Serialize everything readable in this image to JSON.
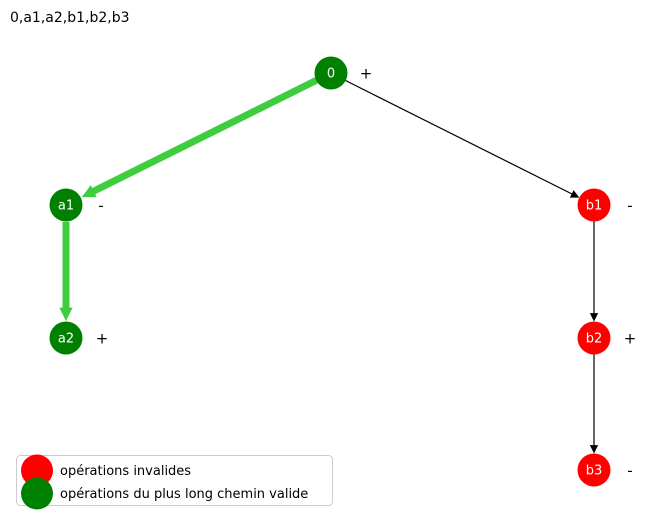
{
  "title": "0,a1,a2,b1,b2,b3",
  "colors": {
    "valid_node": "#008000",
    "invalid_node": "#ff0000",
    "path_edge": "#3ecd3e",
    "edge": "#000000",
    "node_text": "#ffffff",
    "legend_border": "#cccccc",
    "background": "#ffffff"
  },
  "nodes": [
    {
      "id": "0",
      "label": "0",
      "sign": "+",
      "status": "valid"
    },
    {
      "id": "a1",
      "label": "a1",
      "sign": "-",
      "status": "valid"
    },
    {
      "id": "a2",
      "label": "a2",
      "sign": "+",
      "status": "valid"
    },
    {
      "id": "b1",
      "label": "b1",
      "sign": "-",
      "status": "invalid"
    },
    {
      "id": "b2",
      "label": "b2",
      "sign": "+",
      "status": "invalid"
    },
    {
      "id": "b3",
      "label": "b3",
      "sign": "-",
      "status": "invalid"
    }
  ],
  "edges": [
    {
      "from": "0",
      "to": "a1",
      "type": "longest-valid-path"
    },
    {
      "from": "a1",
      "to": "a2",
      "type": "longest-valid-path"
    },
    {
      "from": "0",
      "to": "b1",
      "type": "invalid"
    },
    {
      "from": "b1",
      "to": "b2",
      "type": "invalid"
    },
    {
      "from": "b2",
      "to": "b3",
      "type": "invalid"
    }
  ],
  "legend": {
    "items": [
      {
        "label": "opérations invalides",
        "color": "#ff0000"
      },
      {
        "label": "opérations du plus long chemin valide",
        "color": "#008000"
      }
    ]
  }
}
